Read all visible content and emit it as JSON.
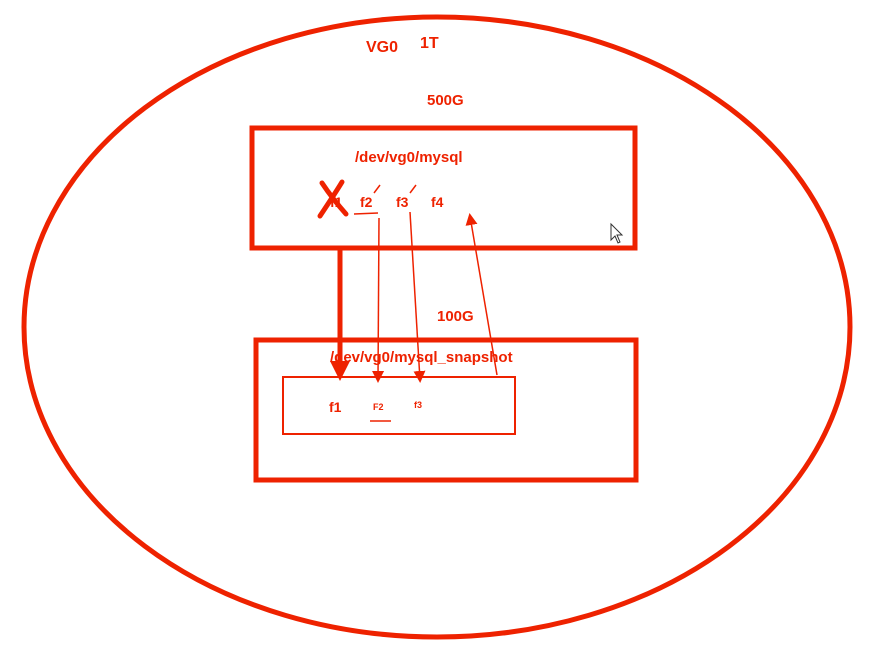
{
  "colors": {
    "ink": "#ee2200",
    "background": "#ffffff"
  },
  "volume_group": {
    "name": "VG0",
    "size": "1T"
  },
  "origin_volume": {
    "size": "500G",
    "path": "/dev/vg0/mysql",
    "files": [
      "f1",
      "f2",
      "f3",
      "f4"
    ],
    "deleted_mark": "X"
  },
  "snapshot_volume": {
    "size": "100G",
    "path": "/dev/vg0/mysql_snapshot",
    "files": [
      "f1",
      "F2",
      "f3"
    ]
  },
  "icons": {
    "cursor": "mouse-pointer-icon"
  }
}
